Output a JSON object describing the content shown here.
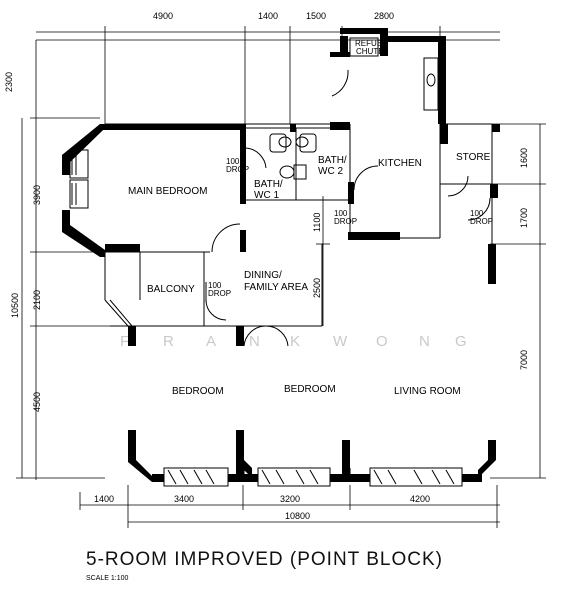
{
  "title": "5-ROOM IMPROVED (POINT BLOCK)",
  "scale": "SCALE   1:100",
  "watermark": [
    "F",
    "R",
    "A",
    "N",
    "K",
    "W",
    "O",
    "N",
    "G"
  ],
  "rooms": {
    "refuse_chute": [
      "REFUSE",
      "CHUTE"
    ],
    "main_bedroom": "MAIN BEDROOM",
    "bath_wc1": [
      "BATH/",
      "WC 1"
    ],
    "bath_wc2": [
      "BATH/",
      "WC 2"
    ],
    "kitchen": "KITCHEN",
    "store": "STORE",
    "balcony": "BALCONY",
    "dining": [
      "DINING/",
      "FAMILY AREA"
    ],
    "bedroom_left": "BEDROOM",
    "bedroom_mid": "BEDROOM",
    "living_room": "LIVING ROOM"
  },
  "drops": {
    "main_bedroom": [
      "100",
      "DROP"
    ],
    "kitchen": [
      "100",
      "DROP"
    ],
    "store": [
      "100",
      "DROP"
    ],
    "balcony": [
      "100",
      "DROP"
    ]
  },
  "dimensions": {
    "top": [
      "4900",
      "1400",
      "1500",
      "2800"
    ],
    "left_outer": "10500",
    "left": [
      "2300",
      "3900",
      "2100",
      "4500"
    ],
    "right": [
      "1600",
      "1700",
      "7000"
    ],
    "interior": [
      "1100",
      "2500"
    ],
    "bottom": [
      "1400",
      "3400",
      "3200",
      "4200"
    ],
    "total": "10800"
  }
}
